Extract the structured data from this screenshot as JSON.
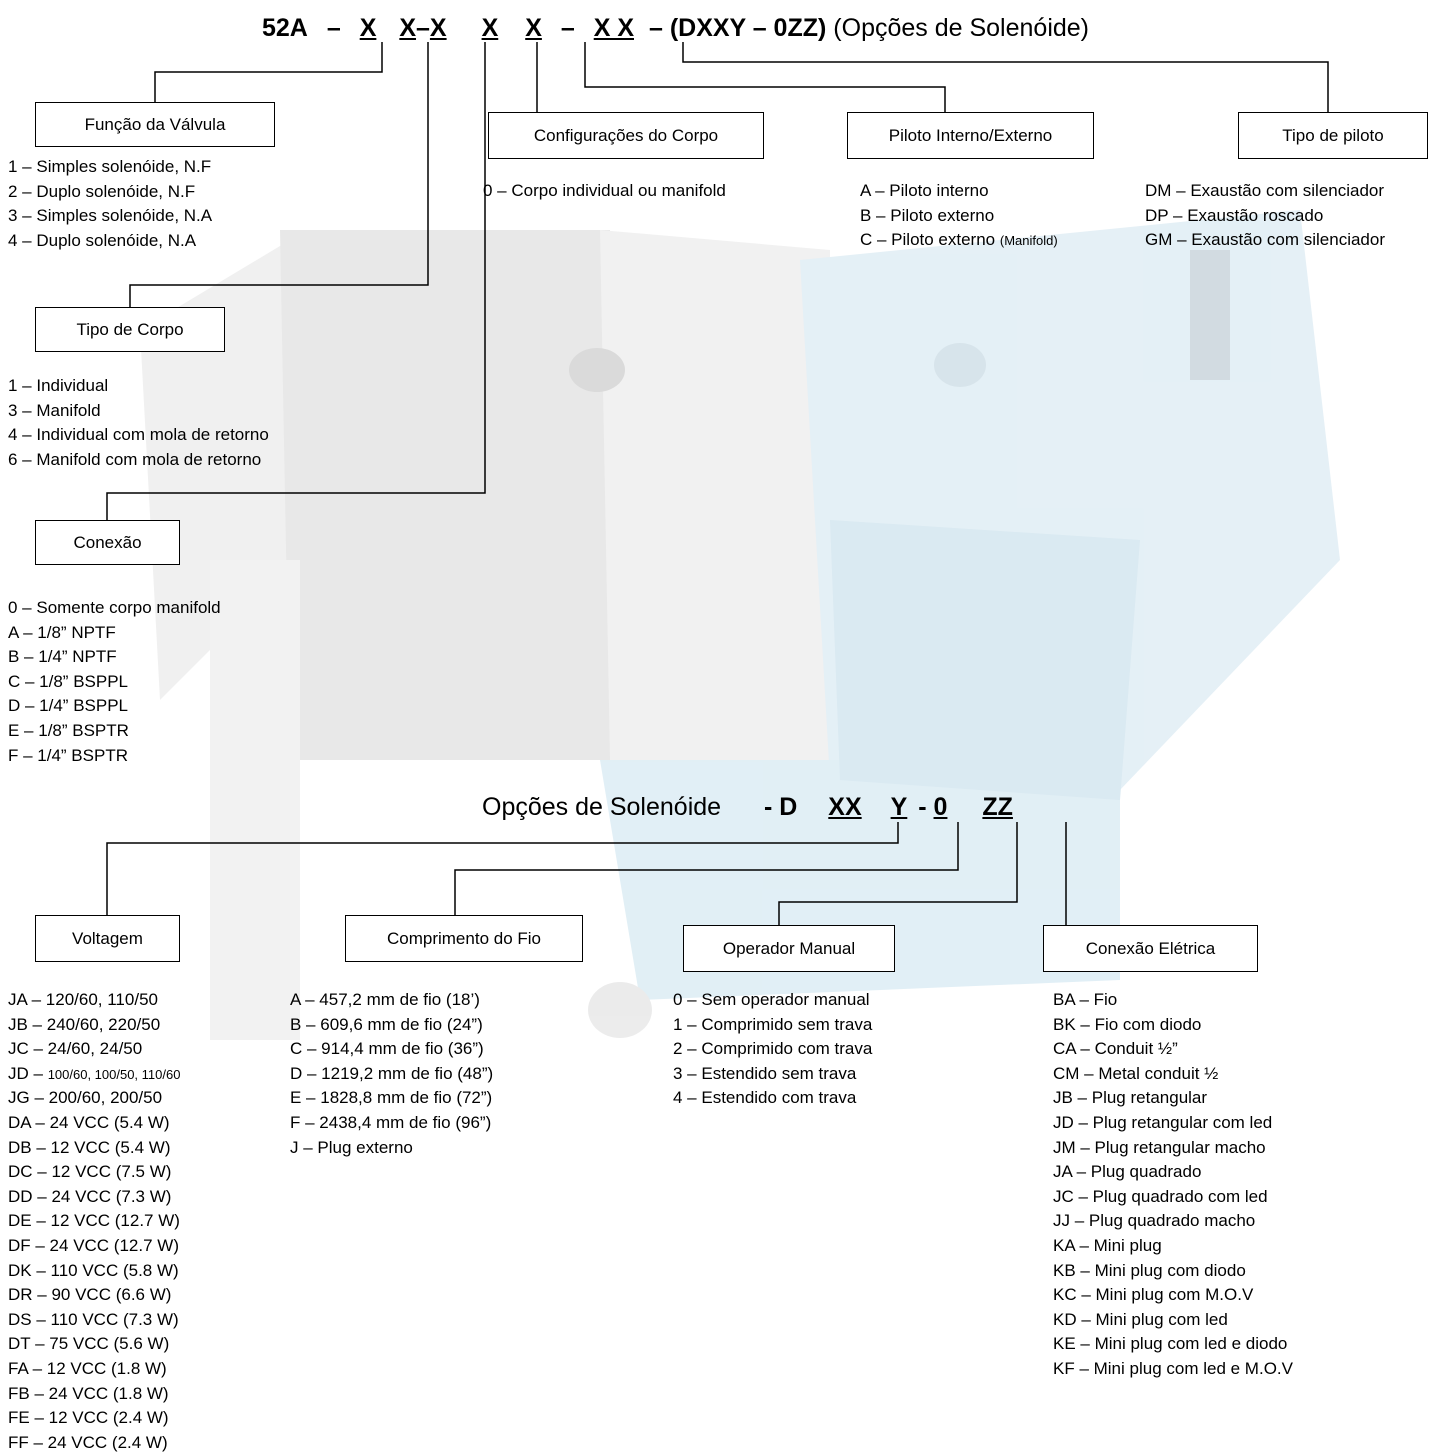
{
  "title_code": {
    "prefix": "52A",
    "dash1": "–",
    "x1": "X",
    "x2": "X",
    "dash2": "–",
    "x3": "X",
    "x4": "X",
    "x5": "X",
    "dash3": "–",
    "x6": "X X",
    "dash4": "–",
    "option_code": "(DXXY – 0ZZ)",
    "option_label": "(Opções de Solenóide)"
  },
  "boxes": {
    "funcao": "Função da Válvula",
    "tipo_corpo": "Tipo de Corpo",
    "conexao": "Conexão",
    "config_corpo": "Configurações do Corpo",
    "piloto_int_ext": "Piloto Interno/Externo",
    "tipo_piloto": "Tipo de piloto",
    "voltagem": "Voltagem",
    "comprimento_fio": "Comprimento do Fio",
    "operador_manual": "Operador Manual",
    "conexao_eletrica": "Conexão Elétrica"
  },
  "lists": {
    "funcao": [
      "1 – Simples solenóide, N.F",
      "2 – Duplo solenóide, N.F",
      "3 – Simples solenóide, N.A",
      "4 – Duplo solenóide, N.A"
    ],
    "tipo_corpo": [
      "1 – Individual",
      "3 – Manifold",
      "4 – Individual com mola de retorno",
      "6 – Manifold com mola de retorno"
    ],
    "conexao": [
      "0 – Somente corpo manifold",
      "A – 1/8” NPTF",
      "B – 1/4” NPTF",
      "C – 1/8” BSPPL",
      "D – 1/4” BSPPL",
      "E – 1/8” BSPTR",
      "F – 1/4” BSPTR"
    ],
    "config_corpo": [
      "0 – Corpo individual ou manifold"
    ],
    "piloto_int_ext": [
      "A – Piloto interno",
      "B – Piloto externo"
    ],
    "piloto_c_main": "C – Piloto externo",
    "piloto_c_small": "(Manifold)",
    "tipo_piloto": [
      "DM – Exaustão com silenciador",
      "DP – Exaustão roscado",
      "GM – Exaustão com silenciador"
    ],
    "voltagem_a": [
      "JA – 120/60, 110/50",
      "JB – 240/60, 220/50",
      "JC – 24/60, 24/50"
    ],
    "voltagem_jd_main": "JD – ",
    "voltagem_jd_small": "100/60, 100/50, 110/60",
    "voltagem_b": [
      "JG – 200/60, 200/50",
      "DA – 24 VCC (5.4 W)",
      "DB – 12 VCC (5.4 W)",
      "DC – 12 VCC (7.5 W)",
      "DD – 24 VCC (7.3 W)",
      "DE – 12 VCC (12.7 W)",
      "DF – 24 VCC (12.7 W)",
      "DK – 110 VCC (5.8 W)",
      "DR – 90 VCC (6.6 W)",
      "DS – 110 VCC (7.3 W)",
      "DT – 75 VCC (5.6 W)",
      "FA – 12 VCC (1.8 W)",
      "FB – 24 VCC (1.8 W)",
      "FE – 12 VCC (2.4 W)",
      "FF – 24 VCC (2.4 W)"
    ],
    "comprimento_fio": [
      "A – 457,2 mm de fio (18’)",
      "B – 609,6 mm de fio (24”)",
      "C – 914,4 mm de fio (36”)",
      "D – 1219,2 mm de fio (48”)",
      "E – 1828,8 mm de fio (72”)",
      "F – 2438,4 mm de fio (96”)",
      "J – Plug externo"
    ],
    "operador_manual": [
      "0 – Sem operador manual",
      "1 – Comprimido sem trava",
      "2 – Comprimido com trava",
      "3 – Estendido sem trava",
      "4 – Estendido com trava"
    ],
    "conexao_eletrica": [
      "BA – Fio",
      "BK – Fio com diodo",
      "CA – Conduit ½”",
      "CM – Metal conduit ½",
      "JB – Plug retangular",
      "JD – Plug retangular com led",
      "JM – Plug retangular macho",
      "JA – Plug quadrado",
      "JC – Plug quadrado com led",
      "JJ – Plug quadrado macho",
      "KA – Mini plug",
      "KB – Mini plug com diodo",
      "KC – Mini plug com M.O.V",
      "KD – Mini plug com led",
      "KE – Mini plug com led e diodo",
      "KF – Mini plug com led e M.O.V"
    ]
  },
  "solenoid_code": {
    "label": "Opções de Solenóide",
    "d": "- D",
    "xx": "XX",
    "y": "Y",
    "dash": "-",
    "zero": "0",
    "zz": "ZZ"
  },
  "colors": {
    "photo_gray": "#d8d8d8",
    "photo_blue": "#cfe4ef",
    "line": "#000000"
  }
}
